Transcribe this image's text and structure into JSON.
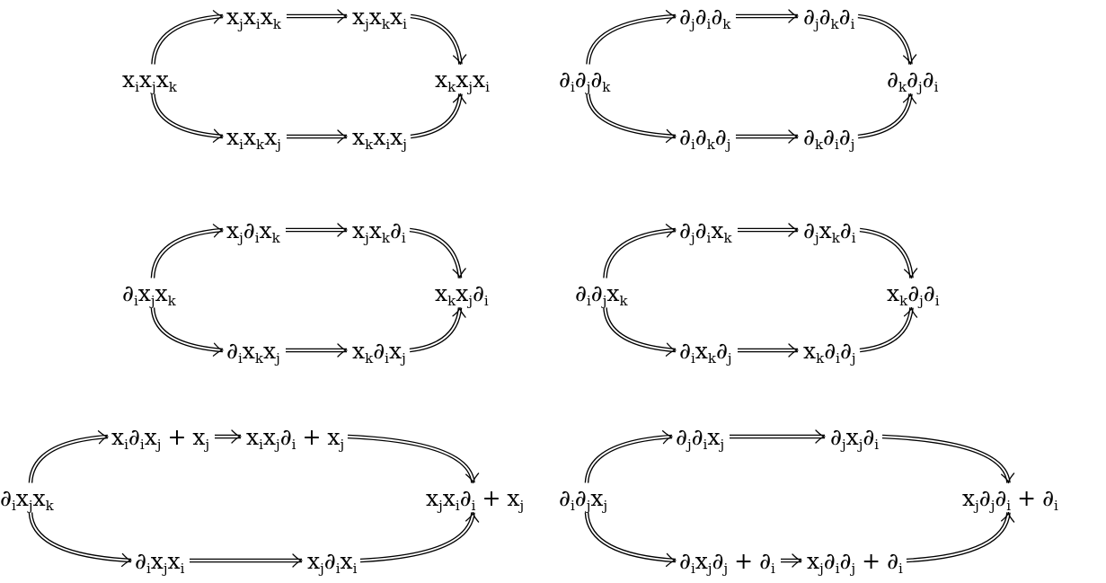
{
  "diagrams": [
    {
      "source": "x_i x_j x_k",
      "upper": [
        "x_j x_i x_k",
        "x_j x_k x_i"
      ],
      "lower": [
        "x_i x_k x_j",
        "x_k x_i x_j"
      ],
      "target": "x_k x_j x_i"
    },
    {
      "source": "∂_i ∂_j ∂_k",
      "upper": [
        "∂_j ∂_i ∂_k",
        "∂_j ∂_k ∂_i"
      ],
      "lower": [
        "∂_i ∂_k ∂_j",
        "∂_k ∂_i ∂_j"
      ],
      "target": "∂_k ∂_j ∂_i"
    },
    {
      "source": "∂_i x_j x_k",
      "upper": [
        "x_j ∂_i x_k",
        "x_j x_k ∂_i"
      ],
      "lower": [
        "∂_i x_k x_j",
        "x_k ∂_i x_j"
      ],
      "target": "x_k x_j ∂_i"
    },
    {
      "source": "∂_i ∂_j x_k",
      "upper": [
        "∂_j ∂_i x_k",
        "∂_j x_k ∂_i"
      ],
      "lower": [
        "∂_i x_k ∂_j",
        "x_k ∂_i ∂_j"
      ],
      "target": "x_k ∂_j ∂_i"
    },
    {
      "source": "∂_i x_j x_k",
      "upper": [
        "x_i ∂_i x_j + x_j",
        "x_i x_j ∂_i + x_j"
      ],
      "lower": [
        "∂_i x_j x_i",
        "x_j ∂_i x_i"
      ],
      "target": "x_j x_i ∂_i + x_j"
    },
    {
      "source": "∂_i ∂_j x_j",
      "upper": [
        "∂_j ∂_i x_j",
        "∂_j x_j ∂_i"
      ],
      "lower": [
        "∂_i x_j ∂_j + ∂_i",
        "x_j ∂_i ∂_j + ∂_i"
      ],
      "target": "x_j ∂_j ∂_i + ∂_i"
    }
  ]
}
